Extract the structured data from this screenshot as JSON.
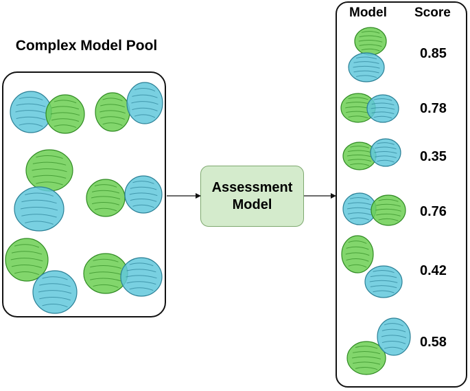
{
  "pool": {
    "title": "Complex Model Pool"
  },
  "assessment": {
    "label": "Assessment Model"
  },
  "results": {
    "header_model": "Model",
    "header_score": "Score",
    "scores": [
      "0.85",
      "0.78",
      "0.35",
      "0.76",
      "0.42",
      "0.58"
    ]
  },
  "colors": {
    "chain_a": "#6ccf52",
    "chain_b": "#62c8dc",
    "assessment_fill": "#d4ebcc",
    "assessment_border": "#7da86e"
  },
  "icons": {
    "chain_a": "green-protein-chain-icon",
    "chain_b": "cyan-protein-chain-icon"
  }
}
